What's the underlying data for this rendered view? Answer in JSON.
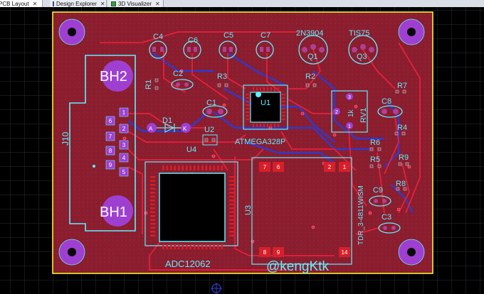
{
  "tabs": [
    {
      "label": "PCB Layout",
      "active": true
    },
    {
      "label": "Design Explorer",
      "active": false
    },
    {
      "label": "3D Visualizer",
      "active": false
    }
  ],
  "colors": {
    "background": "#000000",
    "grid": "#2a2e34",
    "board": "#8a1d2e",
    "outline": "#ffff33",
    "silk": "#5ff0ff",
    "hole": "#9f3fd1",
    "pad": "#b03f95",
    "top_copper": "#e8203a",
    "bottom_copper": "#2d3ad0",
    "smd_pad": "#d81f2a"
  },
  "labels": {
    "bh2": "BH2",
    "bh1": "BH1",
    "j10": "J10",
    "c4": "C4",
    "c6": "C6",
    "c5": "C5",
    "c7": "C7",
    "q1_part": "2N3904",
    "q1": "Q1",
    "q3_part": "TIS75",
    "q3": "Q3",
    "r1": "R1",
    "c2": "C2",
    "r3": "R3",
    "u1": "U1",
    "r2": "R2",
    "r7": "R7",
    "c1": "C1",
    "c8": "C8",
    "rv1": "RV1",
    "rv1_value": "1k",
    "d1": "D1",
    "d1_a": "A",
    "d1_k": "K",
    "u2": "U2",
    "u4": "U4",
    "atmega": "ATMEGA328P",
    "r4": "R4",
    "r6": "R6",
    "r5": "R5",
    "r9": "R9",
    "r8": "R8",
    "c9": "C9",
    "c3": "C3",
    "u3": "U3",
    "tdr": "TDR_3-4811WISM",
    "adc": "ADC12062",
    "handle": "@kengKtk"
  },
  "connector_pins": [
    "1",
    "2",
    "3",
    "4",
    "5",
    "6",
    "7",
    "8",
    "9"
  ],
  "u3_pins": {
    "p7": "7",
    "p6": "6",
    "p2": "2",
    "p1": "1",
    "p8": "8",
    "p9": "9",
    "p14": "14"
  },
  "rv1_pins": {
    "p3": "3",
    "p2": "2",
    "p1": "1"
  }
}
